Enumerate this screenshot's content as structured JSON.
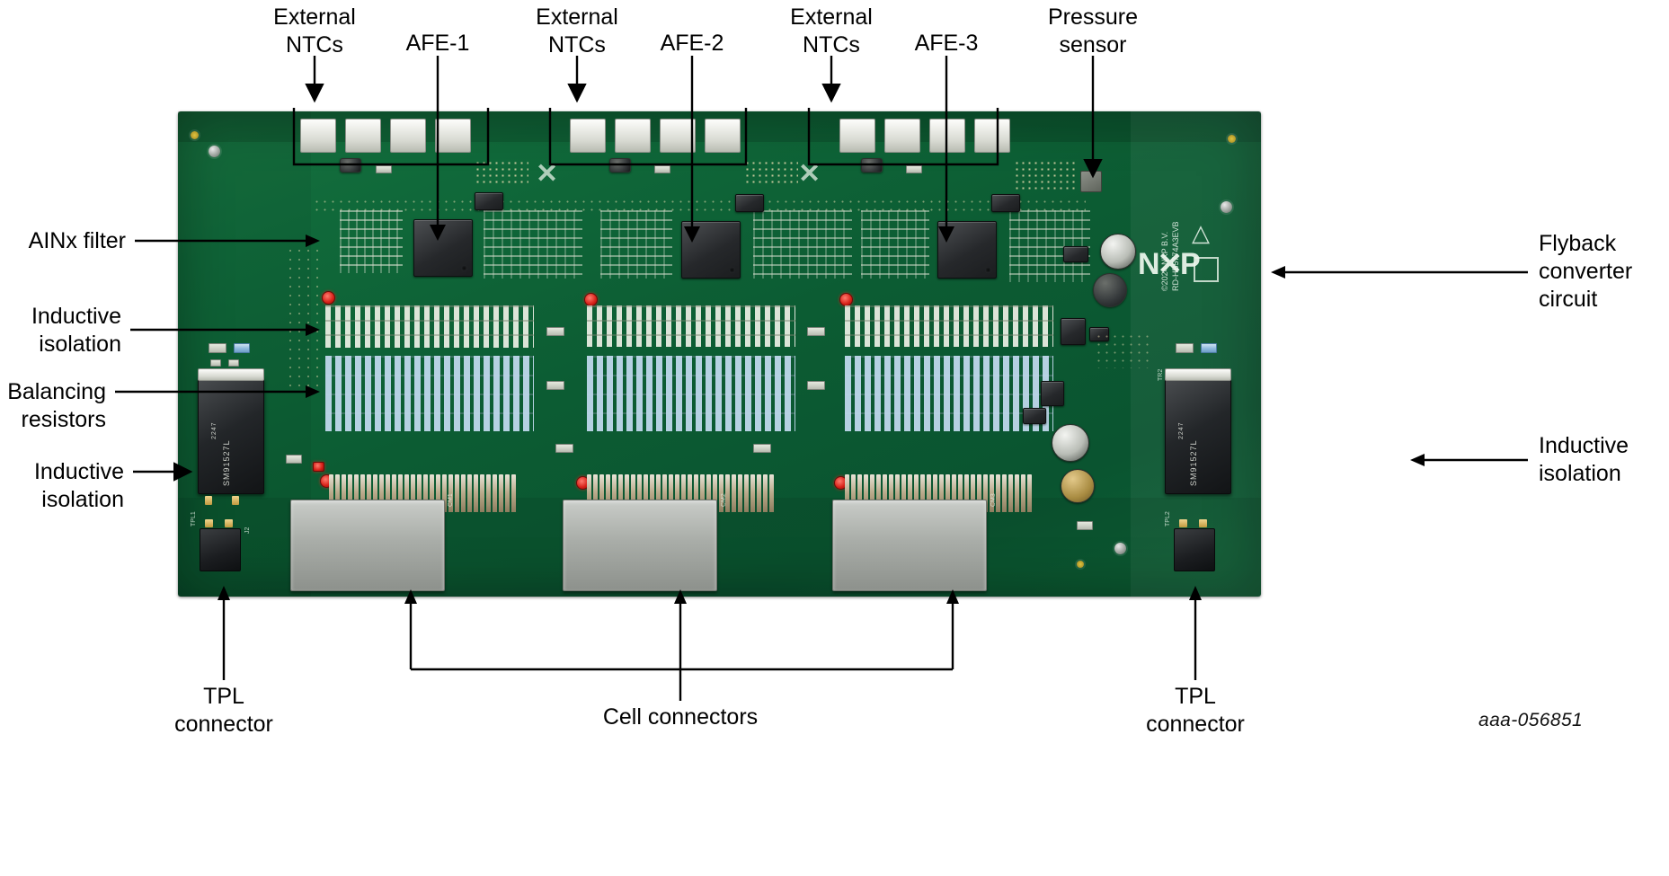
{
  "figure": {
    "id": "aaa-056851",
    "description": "Annotated photograph of a battery management system (BMS) evaluation board"
  },
  "annotations": {
    "top": [
      {
        "name": "external-ntcs-1",
        "text": "External\nNTCs"
      },
      {
        "name": "afe-1",
        "text": "AFE-1"
      },
      {
        "name": "external-ntcs-2",
        "text": "External\nNTCs"
      },
      {
        "name": "afe-2",
        "text": "AFE-2"
      },
      {
        "name": "external-ntcs-3",
        "text": "External\nNTCs"
      },
      {
        "name": "afe-3",
        "text": "AFE-3"
      },
      {
        "name": "pressure-sensor",
        "text": "Pressure\nsensor"
      }
    ],
    "left": [
      {
        "name": "ainx-filter",
        "text": "AINx filter"
      },
      {
        "name": "inductive-isolation-1",
        "text": "Inductive\nisolation"
      },
      {
        "name": "balancing-resistors",
        "text": "Balancing\nresistors"
      },
      {
        "name": "inductive-isolation-2",
        "text": "Inductive\nisolation"
      }
    ],
    "right": [
      {
        "name": "flyback-converter-circuit",
        "text": "Flyback\nconverter\ncircuit"
      },
      {
        "name": "inductive-isolation-3",
        "text": "Inductive\nisolation"
      }
    ],
    "bottom": [
      {
        "name": "tpl-connector-left",
        "text": "TPL\nconnector"
      },
      {
        "name": "cell-connectors",
        "text": "Cell connectors"
      },
      {
        "name": "tpl-connector-right",
        "text": "TPL\nconnector"
      }
    ]
  },
  "board": {
    "silkscreen": [
      "2024 NXP B.V.",
      "RD-HB5774A3EVB",
      "NXP"
    ],
    "component_markings": [
      "SM91527L",
      "2247"
    ],
    "connector_refs": [
      "CM1",
      "CM2",
      "CM3",
      "TPL1",
      "TPL2"
    ]
  },
  "colors": {
    "pcb_green": "#0c5c33",
    "annotation_text": "#000000",
    "leader_line": "#000000",
    "connector_gray": "#a9ada8",
    "led_red": "#d62017",
    "background": "#ffffff"
  }
}
